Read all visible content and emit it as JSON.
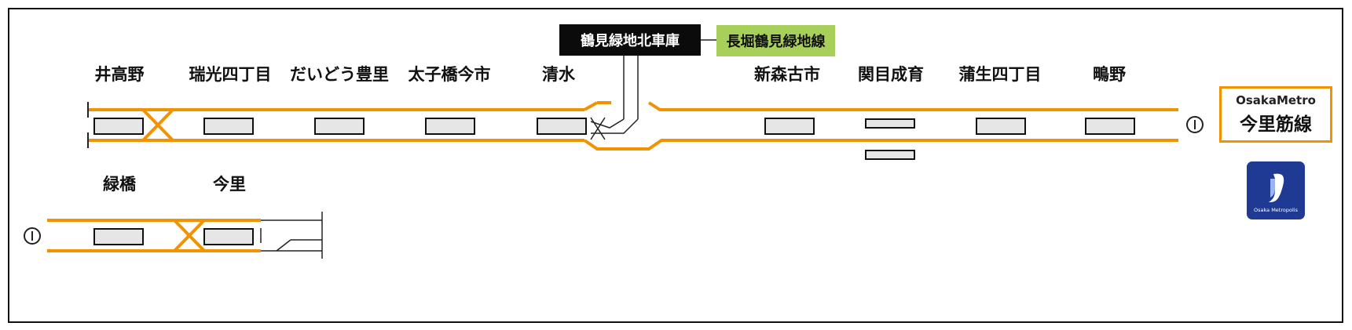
{
  "stations_top": [
    {
      "id": "ikadano",
      "name": "井高野"
    },
    {
      "id": "zuiko",
      "name": "瑞光四丁目"
    },
    {
      "id": "daido",
      "name": "だいどう豊里"
    },
    {
      "id": "taishibashi",
      "name": "太子橋今市"
    },
    {
      "id": "shimizu",
      "name": "清水"
    },
    {
      "id": "shinmoriko",
      "name": "新森古市"
    },
    {
      "id": "sekime",
      "name": "関目成育"
    },
    {
      "id": "gamo",
      "name": "蒲生四丁目"
    },
    {
      "id": "shigino",
      "name": "鴫野"
    }
  ],
  "stations_bottom": [
    {
      "id": "midoribashi",
      "name": "緑橋"
    },
    {
      "id": "imazato",
      "name": "今里"
    }
  ],
  "depot": {
    "label": "鶴見緑地北車庫"
  },
  "connection": {
    "label": "長堀鶴見緑地線"
  },
  "line_badge": {
    "operator": "OsakaMetro",
    "name": "今里筋線"
  },
  "logo": {
    "caption": "Osaka Metropolis"
  },
  "colors": {
    "track": "#f39200",
    "platform_fill": "#e6e6e6",
    "depot_bg": "#0b0b0b",
    "connection_bg": "#a7cf5a",
    "logo_bg": "#1f3a93"
  }
}
